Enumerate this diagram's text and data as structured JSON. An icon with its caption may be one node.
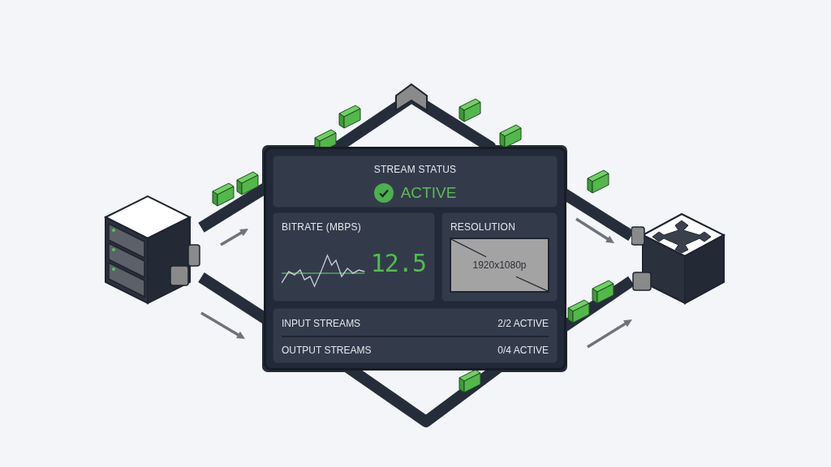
{
  "diagram": {
    "nodes": [
      {
        "text": [],
        "shape": "picture"
      },
      {
        "text": [],
        "shape": "box"
      },
      {
        "text": [
          "STREAM STATUS",
          "ACTIVE"
        ],
        "in": 1
      },
      {
        "text": [
          "BITRATE (MBPS)",
          "12.5"
        ],
        "in": 1
      },
      {
        "text": [
          "RESOLUTION"
        ],
        "in": 1
      },
      {
        "text": [
          "1920x1080p"
        ],
        "in": 4
      },
      {
        "text": [
          "INPUT STREAMS",
          "2/2 ACTIVE",
          "OUTPUT STREAMS",
          "0/4 ACTIVE"
        ],
        "in": 1
      },
      {
        "text": [],
        "shape": "picture"
      }
    ],
    "edges": [
      {
        "from": 0,
        "to": 7,
        "arrow": "none"
      },
      {
        "from": 0,
        "to": 7,
        "arrow": "none"
      }
    ]
  }
}
